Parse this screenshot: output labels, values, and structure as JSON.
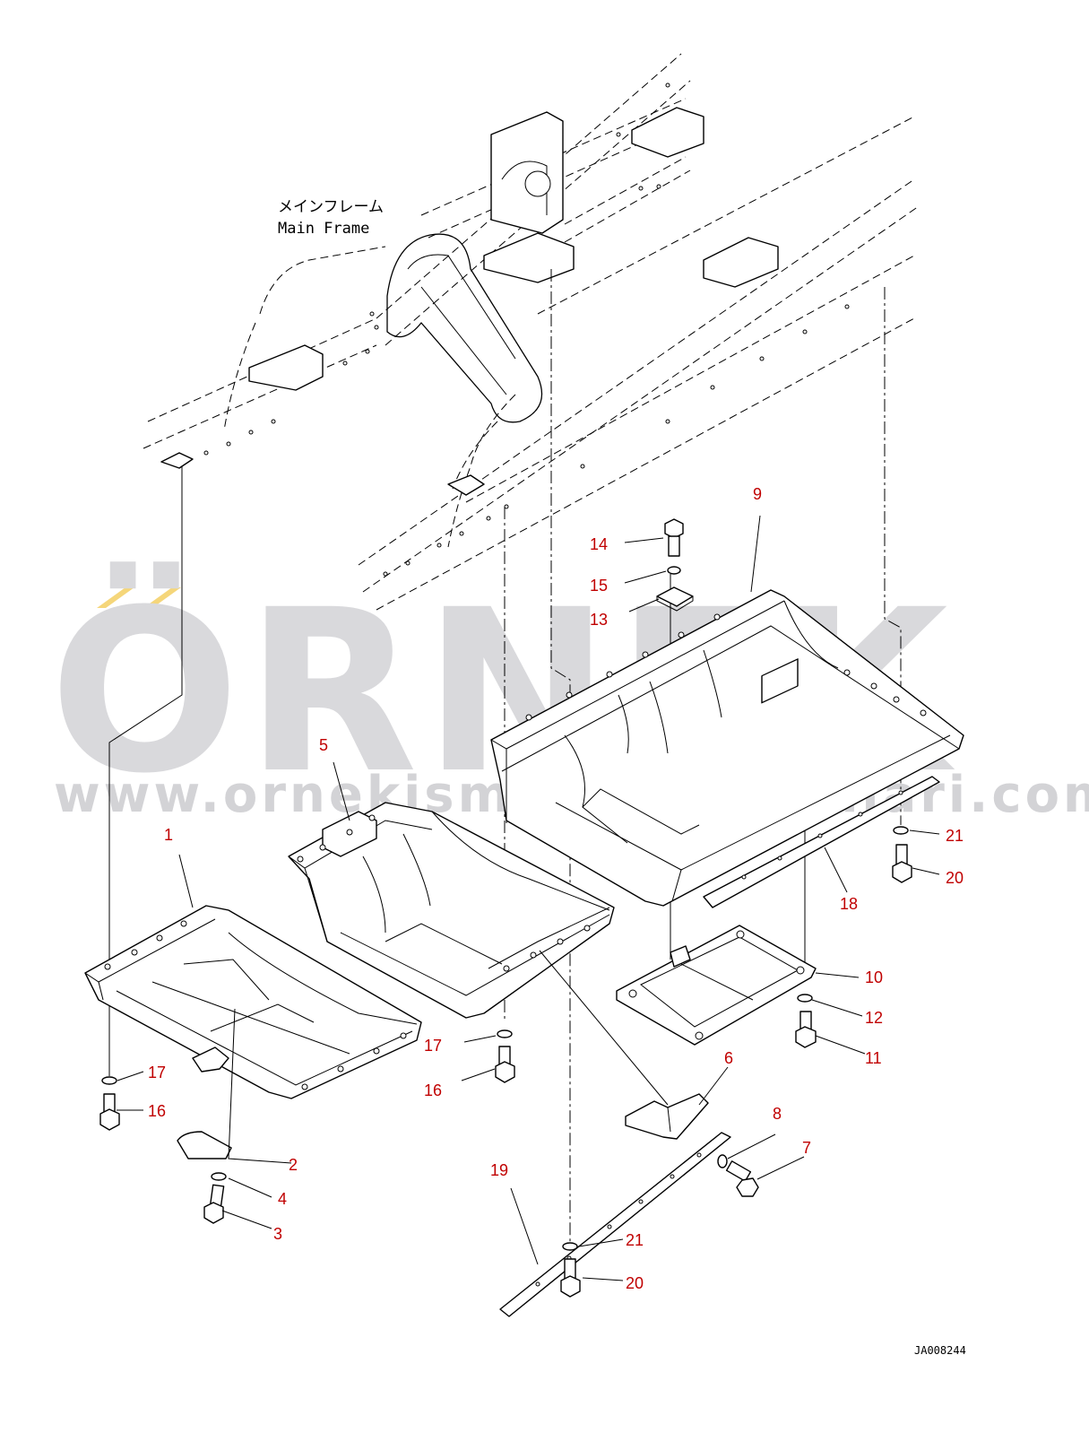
{
  "diagram": {
    "frame_label_jp": "メインフレーム",
    "frame_label_en": "Main Frame",
    "drawing_code": "JA008244",
    "watermark": {
      "brand": "ÖRNEK",
      "url": "www.ornekismakinaparcalari.com.tr",
      "accent_color": "#f5d67a",
      "text_color": "#d9d9dc"
    },
    "callout_color": "#c00000",
    "callouts": [
      {
        "id": "c1",
        "label": "1"
      },
      {
        "id": "c2",
        "label": "2"
      },
      {
        "id": "c3",
        "label": "3"
      },
      {
        "id": "c4",
        "label": "4"
      },
      {
        "id": "c5",
        "label": "5"
      },
      {
        "id": "c6",
        "label": "6"
      },
      {
        "id": "c7",
        "label": "7"
      },
      {
        "id": "c8",
        "label": "8"
      },
      {
        "id": "c9",
        "label": "9"
      },
      {
        "id": "c10",
        "label": "10"
      },
      {
        "id": "c11",
        "label": "11"
      },
      {
        "id": "c12",
        "label": "12"
      },
      {
        "id": "c13",
        "label": "13"
      },
      {
        "id": "c14",
        "label": "14"
      },
      {
        "id": "c15",
        "label": "15"
      },
      {
        "id": "c16a",
        "label": "16"
      },
      {
        "id": "c16b",
        "label": "16"
      },
      {
        "id": "c17a",
        "label": "17"
      },
      {
        "id": "c17b",
        "label": "17"
      },
      {
        "id": "c18",
        "label": "18"
      },
      {
        "id": "c19",
        "label": "19"
      },
      {
        "id": "c20a",
        "label": "20"
      },
      {
        "id": "c20b",
        "label": "20"
      },
      {
        "id": "c21a",
        "label": "21"
      },
      {
        "id": "c21b",
        "label": "21"
      }
    ]
  }
}
